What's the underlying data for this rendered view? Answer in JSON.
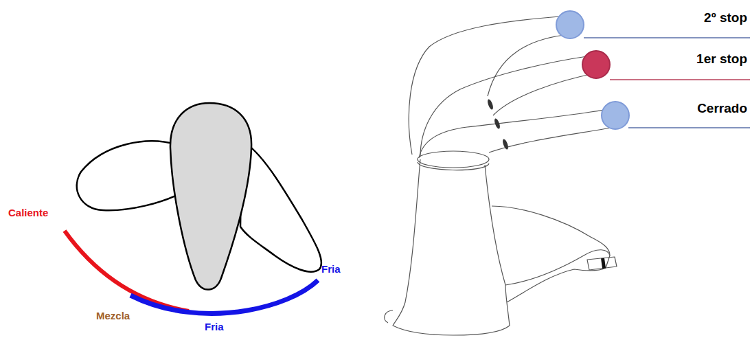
{
  "diagram": {
    "labels": [
      "2º stop",
      "1er stop",
      "Cerrado",
      "Caliente",
      "Mezcla",
      "Fria",
      "Fria"
    ]
  }
}
